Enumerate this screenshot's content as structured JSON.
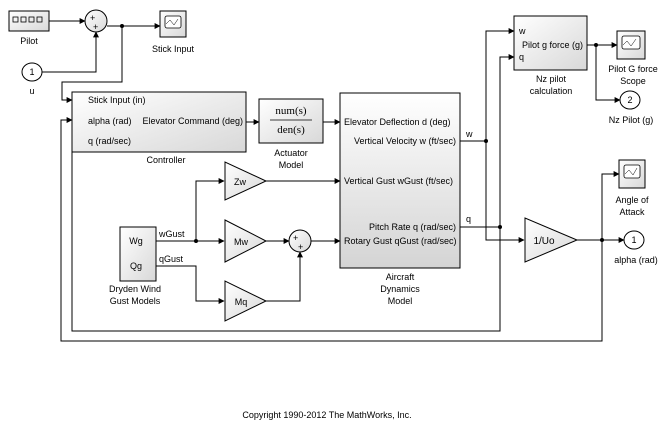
{
  "blocks": {
    "pilot": {
      "label": "Pilot"
    },
    "inport_u": {
      "number": "1",
      "label": "u"
    },
    "stick_input_scope": {
      "label": "Stick Input"
    },
    "controller": {
      "label": "Controller",
      "in_stick": "Stick Input (in)",
      "in_alpha": "alpha (rad)",
      "in_q": "q (rad/sec)",
      "out_elev": "Elevator Command (deg)"
    },
    "actuator": {
      "num": "num(s)",
      "den": "den(s)",
      "label_line1": "Actuator",
      "label_line2": "Model"
    },
    "aircraft": {
      "in_elev": "Elevator Deflection d (deg)",
      "in_wgust": "Vertical Gust wGust (ft/sec)",
      "in_qgust": "Rotary Gust qGust (rad/sec)",
      "out_w": "Vertical Velocity w (ft/sec)",
      "out_q": "Pitch Rate q (rad/sec)",
      "label_line1": "Aircraft",
      "label_line2": "Dynamics",
      "label_line3": "Model"
    },
    "nz_calc": {
      "in_w": "w",
      "in_q": "q",
      "out": "Pilot g force (g)",
      "label_line1": "Nz pilot",
      "label_line2": "calculation"
    },
    "pilot_g_scope": {
      "label_line1": "Pilot G force",
      "label_line2": "Scope"
    },
    "outport_nz": {
      "number": "2",
      "label": "Nz Pilot (g)"
    },
    "aoa_scope": {
      "label_line1": "Angle of",
      "label_line2": "Attack"
    },
    "gain_uo": {
      "label": "1/Uo"
    },
    "outport_alpha": {
      "number": "1",
      "label": "alpha (rad)"
    },
    "zw": {
      "label": "Zw"
    },
    "mw": {
      "label": "Mw"
    },
    "mq": {
      "label": "Mq"
    },
    "dryden": {
      "out_wg": "Wg",
      "out_qg": "Qg",
      "label_line1": "Dryden Wind",
      "label_line2": "Gust Models"
    }
  },
  "signals": {
    "wgust": "wGust",
    "qgust": "qGust",
    "w": "w",
    "q": "q"
  },
  "sum_signs": {
    "pilot_sum": "+",
    "gust_sum": "+"
  },
  "footer": {
    "copyright": "Copyright 1990-2012 The MathWorks, Inc."
  }
}
